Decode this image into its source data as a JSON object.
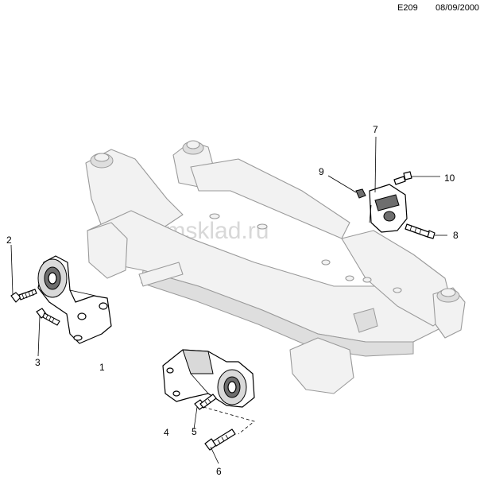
{
  "header": {
    "code": "E209",
    "date": "08/09/2000"
  },
  "watermark": "www.gmsklad.ru",
  "callouts": [
    "1",
    "2",
    "3",
    "4",
    "5",
    "6",
    "7",
    "8",
    "9",
    "10"
  ]
}
